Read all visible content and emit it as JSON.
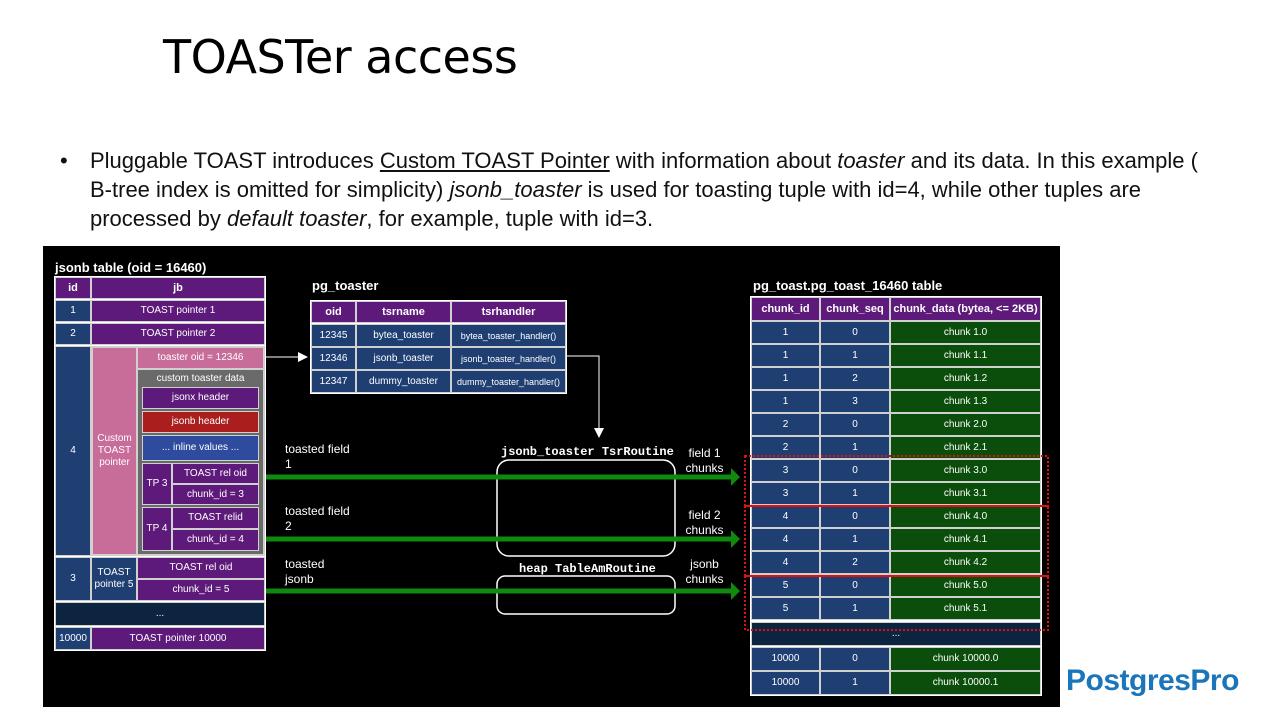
{
  "slide": {
    "title": "TOASTer access",
    "bullet": {
      "p1": "Pluggable TOAST introduces ",
      "p2": "Custom TOAST Pointer",
      "p3": " with information about ",
      "p4": "toaster",
      "p5": " and its data. In this example ( B-tree index is omitted for simplicity)  ",
      "p6": "jsonb_toaster",
      "p7": " is used for toasting tuple with id=4, while other tuples are processed by ",
      "p8": "default toaster",
      "p9": ", for example, tuple with id=3."
    }
  },
  "jsonb_table": {
    "title": "jsonb table (oid = 16460)",
    "headers": [
      "id",
      "jb"
    ],
    "row1": {
      "id": "1",
      "jb": "TOAST pointer 1"
    },
    "row2": {
      "id": "2",
      "jb": "TOAST pointer 2"
    },
    "row4": {
      "id": "4",
      "custom": "Custom TOAST pointer",
      "toaster_oid": "toaster oid = 12346",
      "custom_data": "custom toaster data",
      "jsonx_header": "jsonx header",
      "jsonb_header": "jsonb header",
      "inline_values": "... inline values ...",
      "tp3": "TP 3",
      "tp3_relid": "TOAST rel oid",
      "tp3_chunk": "chunk_id = 3",
      "tp4": "TP 4",
      "tp4_relid": "TOAST relid",
      "tp4_chunk": "chunk_id = 4"
    },
    "row3": {
      "id": "3",
      "ptr": "TOAST pointer 5",
      "relid": "TOAST rel oid",
      "chunk": "chunk_id = 5"
    },
    "ellipsis": "...",
    "row10000": {
      "id": "10000",
      "jb": "TOAST pointer 10000"
    }
  },
  "pg_toaster": {
    "title": "pg_toaster",
    "headers": [
      "oid",
      "tsrname",
      "tsrhandler"
    ],
    "rows": [
      [
        "12345",
        "bytea_toaster",
        "bytea_toaster_handler()"
      ],
      [
        "12346",
        "jsonb_toaster",
        "jsonb_toaster_handler()"
      ],
      [
        "12347",
        "dummy_toaster",
        "dummy_toaster_handler()"
      ]
    ]
  },
  "routines": {
    "jsonb": "jsonb_toaster TsrRoutine",
    "heap": "heap TableAmRoutine"
  },
  "arrows": {
    "toasted_field1": "toasted field 1",
    "toasted_field2": "toasted field 2",
    "toasted_jsonb": "toasted jsonb",
    "field1_chunks": "field 1 chunks",
    "field2_chunks": "field 2 chunks",
    "jsonb_chunks": "jsonb chunks"
  },
  "toast_table": {
    "title": "pg_toast.pg_toast_16460 table",
    "headers": [
      "chunk_id",
      "chunk_seq",
      "chunk_data (bytea, <= 2KB)"
    ],
    "rows": [
      [
        "1",
        "0",
        "chunk 1.0"
      ],
      [
        "1",
        "1",
        "chunk 1.1"
      ],
      [
        "1",
        "2",
        "chunk 1.2"
      ],
      [
        "1",
        "3",
        "chunk 1.3"
      ],
      [
        "2",
        "0",
        "chunk 2.0"
      ],
      [
        "2",
        "1",
        "chunk 2.1"
      ],
      [
        "3",
        "0",
        "chunk 3.0"
      ],
      [
        "3",
        "1",
        "chunk 3.1"
      ],
      [
        "4",
        "0",
        "chunk 4.0"
      ],
      [
        "4",
        "1",
        "chunk 4.1"
      ],
      [
        "4",
        "2",
        "chunk 4.2"
      ],
      [
        "5",
        "0",
        "chunk 5.0"
      ],
      [
        "5",
        "1",
        "chunk 5.1"
      ]
    ],
    "ellipsis": "...",
    "tail_rows": [
      [
        "10000",
        "0",
        "chunk 10000.0"
      ],
      [
        "10000",
        "1",
        "chunk 10000.1"
      ]
    ]
  },
  "logo": "PostgresPro"
}
